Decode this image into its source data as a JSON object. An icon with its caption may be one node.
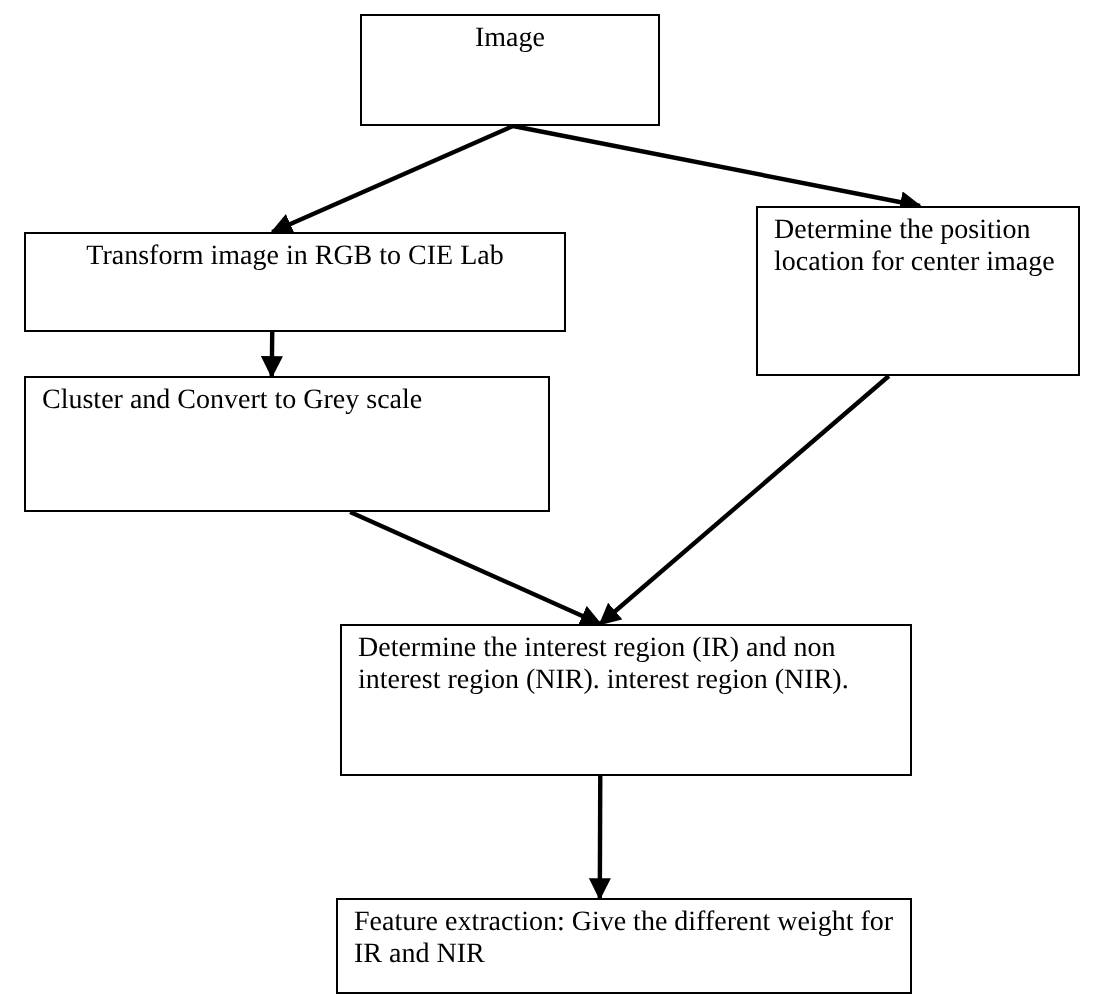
{
  "diagram": {
    "nodes": [
      {
        "text": [
          "Image"
        ]
      },
      {
        "text": [
          "Transform image in RGB to CIE Lab"
        ]
      },
      {
        "text": [
          "Determine the position location for center image"
        ]
      },
      {
        "text": [
          "Cluster and Convert to Grey scale"
        ]
      },
      {
        "text": [
          "Determine the interest region (IR) and non interest region (NIR). interest region (NIR)."
        ]
      },
      {
        "text": [
          "Feature extraction: Give the different weight for IR and NIR"
        ]
      }
    ],
    "edges": [
      {
        "from": 0,
        "to": 1,
        "arrow": "to"
      },
      {
        "from": 0,
        "to": 2,
        "arrow": "to"
      },
      {
        "from": 1,
        "to": 3,
        "arrow": "to"
      },
      {
        "from": 3,
        "to": 4,
        "arrow": "to"
      },
      {
        "from": 2,
        "to": 4,
        "arrow": "to"
      },
      {
        "from": 4,
        "to": 5,
        "arrow": "to"
      }
    ]
  }
}
